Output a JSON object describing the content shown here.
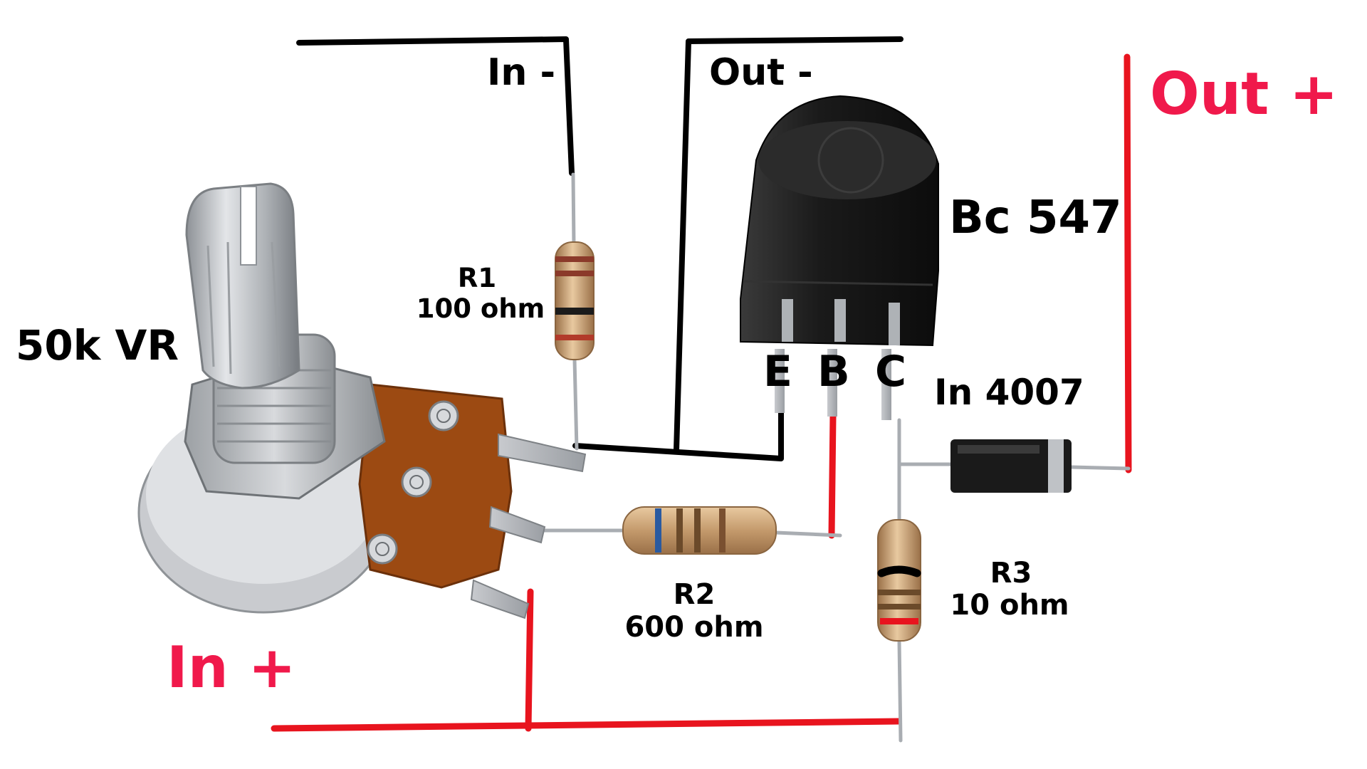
{
  "labels": {
    "in_minus": "In -",
    "out_minus": "Out -",
    "out_plus": "Out +",
    "in_plus": "In +",
    "transistor": "Bc 547",
    "pins": [
      "E",
      "B",
      "C"
    ],
    "diode": "In 4007",
    "pot": "50k VR",
    "r1": {
      "name": "R1",
      "value": "100 ohm"
    },
    "r2": {
      "name": "R2",
      "value": "600 ohm"
    },
    "r3": {
      "name": "R3",
      "value": "10 ohm"
    }
  },
  "colors": {
    "positive_wire": "#e8141e",
    "negative_wire": "#000000",
    "label_positive": "#f0194b",
    "pot_board": "#9c4a12",
    "pot_metal": "#b9bcc0",
    "transistor_body": "#1c1c1c",
    "resistor_body": "#c9a27a"
  }
}
